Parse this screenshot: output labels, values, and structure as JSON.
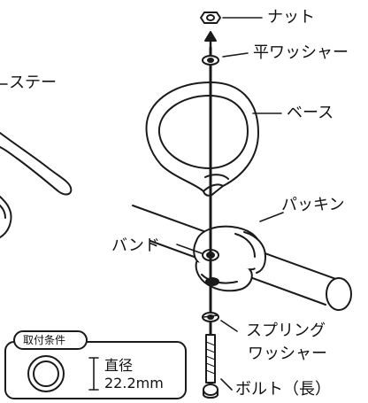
{
  "labels": {
    "nut": "ナット",
    "flat_washer": "平ワッシャー",
    "stay": "ステー",
    "base": "ベース",
    "packing": "パッキン",
    "band": "バンド",
    "spring_washer_line1": "スプリング",
    "spring_washer_line2": "ワッシャー",
    "bolt": "ボルト（長）"
  },
  "inset": {
    "title": "取付条件",
    "diameter_label": "直径",
    "diameter_value": "22.2mm"
  },
  "colors": {
    "stroke": "#1a1a1a",
    "fill": "#ffffff",
    "shade": "#d9d9d9"
  }
}
